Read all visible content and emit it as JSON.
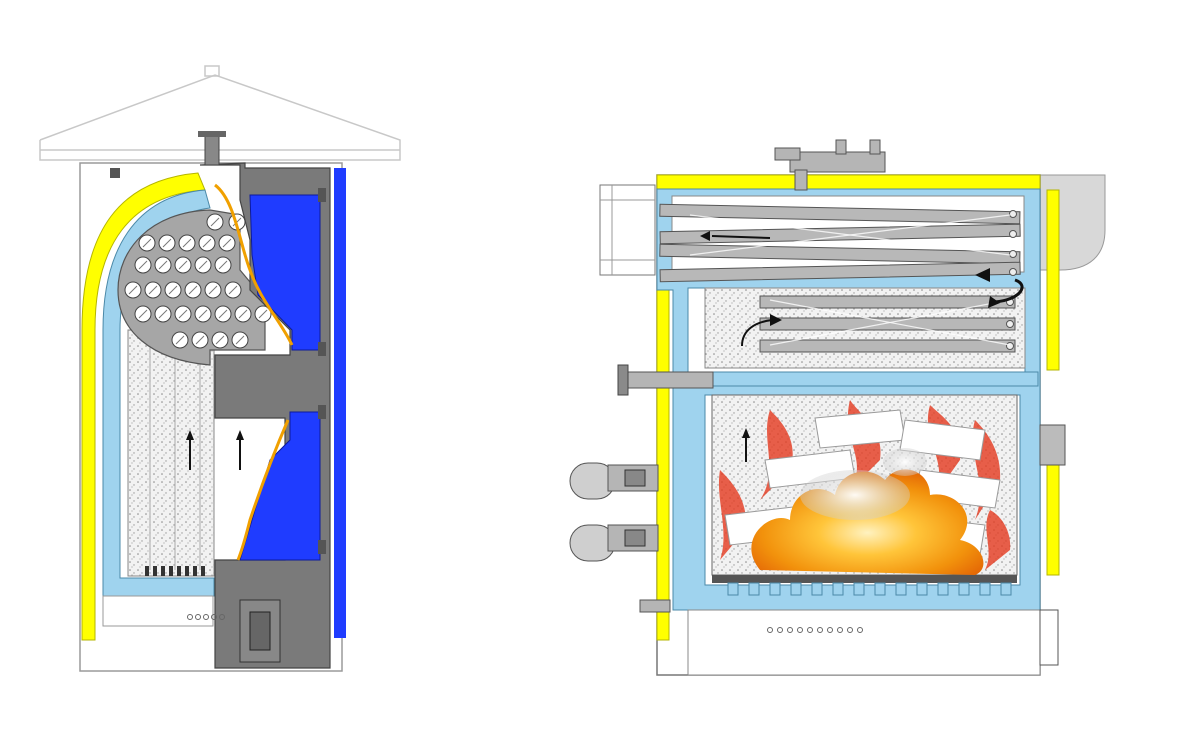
{
  "diagram": {
    "views": [
      {
        "id": "front-section",
        "description_visible": false
      },
      {
        "id": "side-section",
        "description_visible": false
      }
    ],
    "colors": {
      "insulation_yellow": "#ffff00",
      "water_jacket_blue": "#9fd3ee",
      "water_blue_dark": "#1f3cff",
      "steel_gray": "#6e6e6e",
      "light_gray": "#bdbdbd",
      "tube_gray": "#9a9a9a",
      "firebrick_speckle": "#e8e8e8",
      "flame_orange": "#f5a20a",
      "flame_red": "#e53a1f",
      "hot_gas_arrow": "#111111"
    },
    "components": [
      "flue-tube-bank",
      "water-jacket",
      "insulation-layer",
      "combustion-chamber",
      "fuel-logs",
      "flames",
      "grate",
      "ash-pan",
      "air-fan",
      "flue-outlet",
      "return-pipe",
      "flow-pipe"
    ]
  }
}
